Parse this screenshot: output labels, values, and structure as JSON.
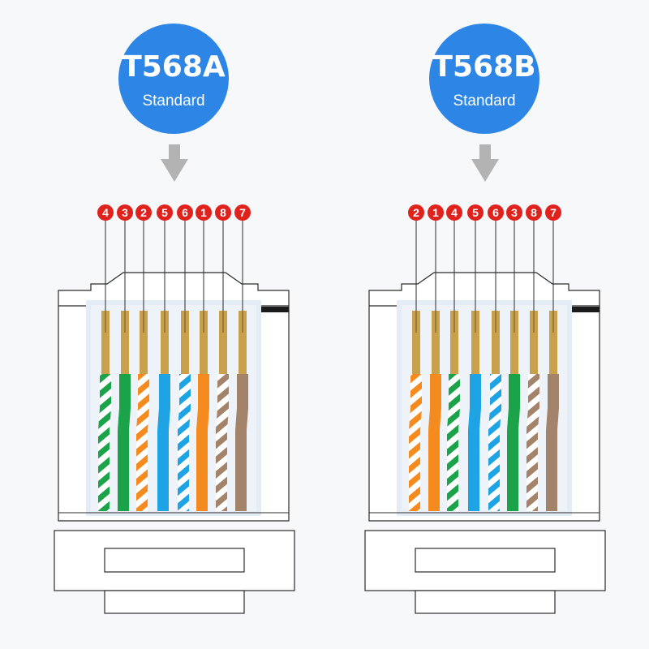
{
  "colors": {
    "background": "#f7f8fa",
    "badge": "#2d86e5",
    "arrow": "#b3b3b3",
    "pin_marker": "#e0211c",
    "gold": "#c9a14d",
    "green": "#1ba34a",
    "orange": "#f58a1f",
    "blue": "#1ea3e4",
    "brown": "#a3836a",
    "white": "#ffffff"
  },
  "standards": [
    {
      "title": "T568A",
      "subtitle": "Standard",
      "pin_labels": [
        "4",
        "3",
        "2",
        "5",
        "6",
        "1",
        "8",
        "7"
      ],
      "wires": [
        {
          "color": "green",
          "striped": true
        },
        {
          "color": "green",
          "striped": false
        },
        {
          "color": "orange",
          "striped": true
        },
        {
          "color": "blue",
          "striped": false
        },
        {
          "color": "blue",
          "striped": true
        },
        {
          "color": "orange",
          "striped": false
        },
        {
          "color": "brown",
          "striped": true
        },
        {
          "color": "brown",
          "striped": false
        }
      ]
    },
    {
      "title": "T568B",
      "subtitle": "Standard",
      "pin_labels": [
        "2",
        "1",
        "4",
        "5",
        "6",
        "3",
        "8",
        "7"
      ],
      "wires": [
        {
          "color": "orange",
          "striped": true
        },
        {
          "color": "orange",
          "striped": false
        },
        {
          "color": "green",
          "striped": true
        },
        {
          "color": "blue",
          "striped": false
        },
        {
          "color": "blue",
          "striped": true
        },
        {
          "color": "green",
          "striped": false
        },
        {
          "color": "brown",
          "striped": true
        },
        {
          "color": "brown",
          "striped": false
        }
      ]
    }
  ]
}
